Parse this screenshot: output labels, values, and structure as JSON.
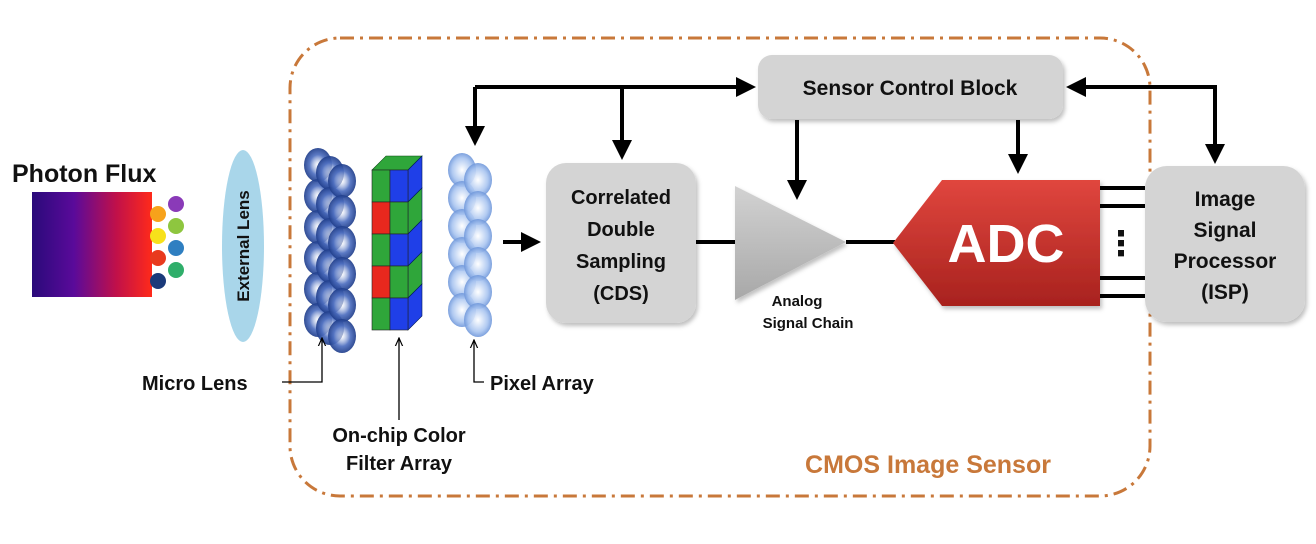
{
  "labels": {
    "photon_flux": "Photon Flux",
    "external_lens": "External Lens",
    "micro_lens": "Micro Lens",
    "cfa_line1": "On-chip Color",
    "cfa_line2": "Filter Array",
    "pixel_array": "Pixel Array",
    "cds_line1": "Correlated",
    "cds_line2": "Double",
    "cds_line3": "Sampling",
    "cds_line4": "(CDS)",
    "amp_line1": "Analog",
    "amp_line2": "Signal Chain",
    "adc": "ADC",
    "isp_line1": "Image",
    "isp_line2": "Signal",
    "isp_line3": "Processor",
    "isp_line4": "(ISP)",
    "sensor_control": "Sensor Control Block",
    "cmos_sensor": "CMOS Image Sensor",
    "bus_dots": "⋮"
  },
  "colors": {
    "boundary": "#c8783a",
    "block_fill": "#d4d4d4",
    "adc_fill": "#c4302b",
    "lens_fill": "#a9d6ea",
    "microlens": "#2a4aa0",
    "pixel_lens": "#6f9fe0",
    "cfa_red": "#e8281e",
    "cfa_green": "#2fa63a",
    "cfa_blue": "#1f3fe8",
    "wire": "#000000",
    "photon_dots": [
      "#f7a21b",
      "#f7e11b",
      "#e83a1e",
      "#1b3a7a",
      "#8a3ab8",
      "#8ec63f",
      "#2f7fc1",
      "#2fae6a"
    ]
  }
}
